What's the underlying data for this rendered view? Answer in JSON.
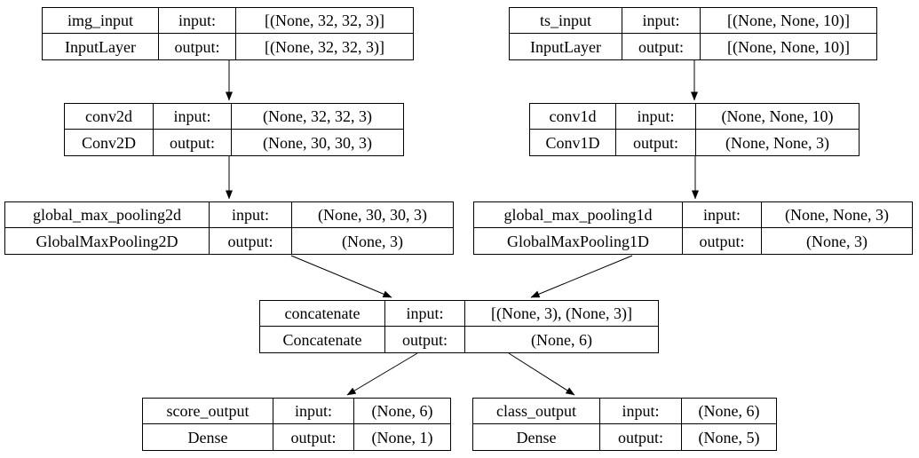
{
  "diagram": {
    "kind": "keras-model-plot",
    "labels": {
      "input": "input:",
      "output": "output:"
    },
    "nodes": [
      {
        "id": "img_input",
        "name": "img_input",
        "layer_type": "InputLayer",
        "input_shape": "[(None, 32, 32, 3)]",
        "output_shape": "[(None, 32, 32, 3)]"
      },
      {
        "id": "ts_input",
        "name": "ts_input",
        "layer_type": "InputLayer",
        "input_shape": "[(None, None, 10)]",
        "output_shape": "[(None, None, 10)]"
      },
      {
        "id": "conv2d",
        "name": "conv2d",
        "layer_type": "Conv2D",
        "input_shape": "(None, 32, 32, 3)",
        "output_shape": "(None, 30, 30, 3)"
      },
      {
        "id": "conv1d",
        "name": "conv1d",
        "layer_type": "Conv1D",
        "input_shape": "(None, None, 10)",
        "output_shape": "(None, None, 3)"
      },
      {
        "id": "global_max_pooling2d",
        "name": "global_max_pooling2d",
        "layer_type": "GlobalMaxPooling2D",
        "input_shape": "(None, 30, 30, 3)",
        "output_shape": "(None, 3)"
      },
      {
        "id": "global_max_pooling1d",
        "name": "global_max_pooling1d",
        "layer_type": "GlobalMaxPooling1D",
        "input_shape": "(None, None, 3)",
        "output_shape": "(None, 3)"
      },
      {
        "id": "concatenate",
        "name": "concatenate",
        "layer_type": "Concatenate",
        "input_shape": "[(None, 3), (None, 3)]",
        "output_shape": "(None, 6)"
      },
      {
        "id": "score_output",
        "name": "score_output",
        "layer_type": "Dense",
        "input_shape": "(None, 6)",
        "output_shape": "(None, 1)"
      },
      {
        "id": "class_output",
        "name": "class_output",
        "layer_type": "Dense",
        "input_shape": "(None, 6)",
        "output_shape": "(None, 5)"
      }
    ],
    "edges": [
      {
        "from": "img_input",
        "to": "conv2d"
      },
      {
        "from": "ts_input",
        "to": "conv1d"
      },
      {
        "from": "conv2d",
        "to": "global_max_pooling2d"
      },
      {
        "from": "conv1d",
        "to": "global_max_pooling1d"
      },
      {
        "from": "global_max_pooling2d",
        "to": "concatenate"
      },
      {
        "from": "global_max_pooling1d",
        "to": "concatenate"
      },
      {
        "from": "concatenate",
        "to": "score_output"
      },
      {
        "from": "concatenate",
        "to": "class_output"
      }
    ],
    "colors": {
      "stroke": "#000000",
      "background": "#ffffff"
    }
  }
}
